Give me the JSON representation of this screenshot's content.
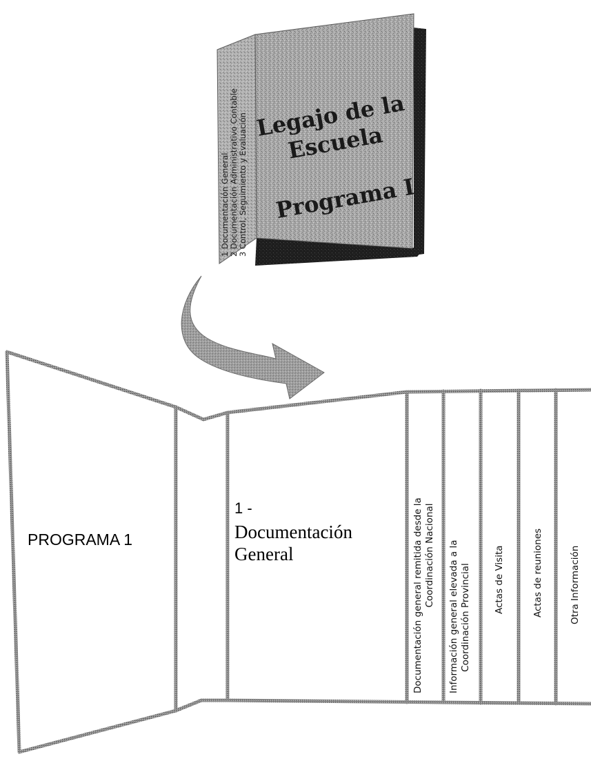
{
  "binder": {
    "spine_lines": [
      "1 Documentación General",
      "2 Documentación Administrativo Contable",
      "3 Control, Seguimiento y Evaluación"
    ],
    "cover_lines": [
      "Legajo de la",
      "Escuela",
      "Programa I"
    ]
  },
  "folder": {
    "program_label": "PROGRAMA  1",
    "section_number": "1 -",
    "section_title_line1": "Documentación",
    "section_title_line2": "General",
    "tabs": [
      {
        "line1": "Documentación general remitida desde la",
        "line2": "Coordinación Nacional"
      },
      {
        "line1": "Información  general elevada a la",
        "line2": "Coordinación Provincial"
      },
      {
        "line1": "Actas de Visita",
        "line2": ""
      },
      {
        "line1": "Actas de reuniones",
        "line2": ""
      },
      {
        "line1": "Otra Información",
        "line2": ""
      }
    ]
  }
}
